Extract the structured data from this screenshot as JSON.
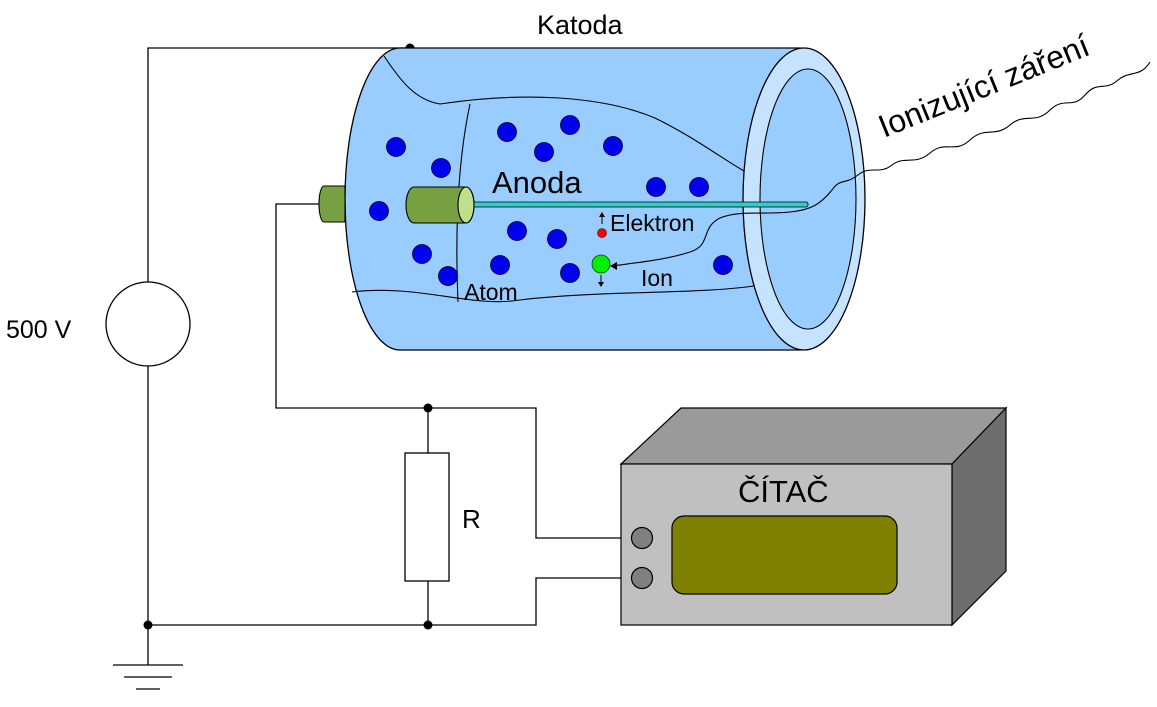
{
  "labels": {
    "cathode": "Katoda",
    "anode": "Anoda",
    "electron": "Elektron",
    "ion": "Ion",
    "atom": "Atom",
    "radiation": "Ionizující záření",
    "voltage": "500 V",
    "resistor": "R",
    "counter": "ČÍTAČ"
  },
  "colors": {
    "tube_fill": "#99ccff",
    "tube_stroke": "#000000",
    "atom": "#0000ee",
    "electron": "#ff0000",
    "ion": "#00ee00",
    "anode_wire": "#33cccc",
    "connector": "#77a040",
    "counter_front": "#c0c0c0",
    "counter_top": "#9a9a9a",
    "counter_side": "#6e6e6e",
    "counter_display": "#808000",
    "counter_terminal": "#808080"
  }
}
